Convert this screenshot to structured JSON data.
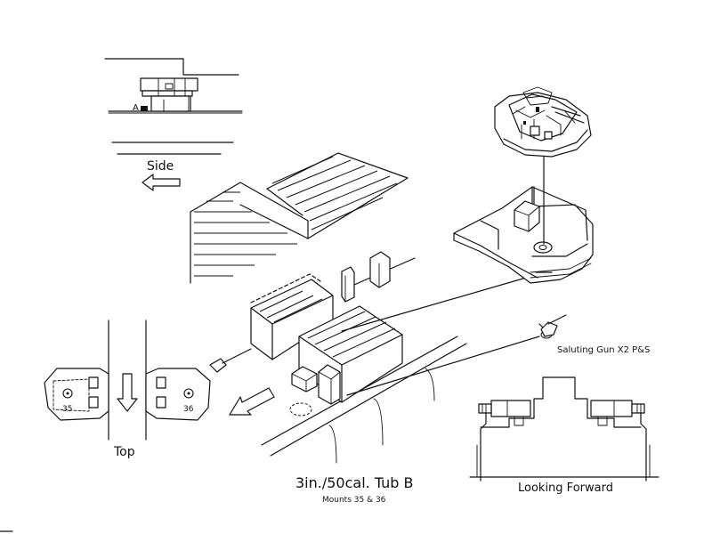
{
  "labels": {
    "side": "Side",
    "top": "Top",
    "looking_forward": "Looking Forward",
    "title": "3in./50cal. Tub B",
    "subtitle": "Mounts 35 & 36",
    "saluting_gun": "Saluting Gun X2 P&S",
    "mount_35": "35",
    "mount_36": "36",
    "side_marker": "A"
  },
  "colors": {
    "ink": "#111111",
    "paper": "#ffffff"
  }
}
